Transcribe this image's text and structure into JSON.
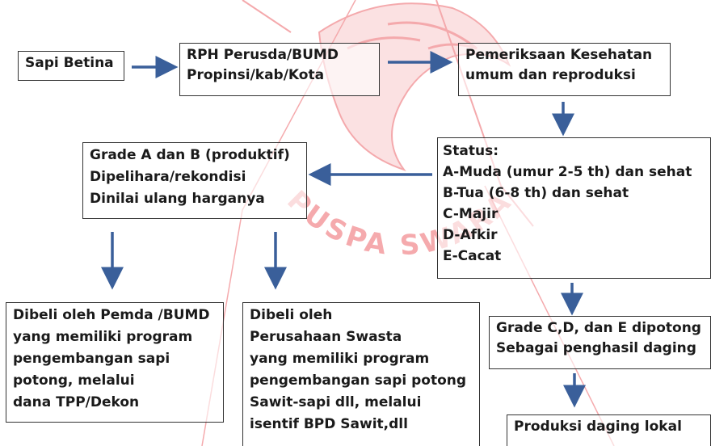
{
  "watermark": {
    "text": "PUSPA SWARA",
    "color": "#e8434a"
  },
  "arrow_color": "#3a5f9a",
  "nodes": {
    "sapi_betina": {
      "lines": [
        "Sapi Betina"
      ]
    },
    "rph": {
      "lines": [
        "RPH Perusda/BUMD",
        "Propinsi/kab/Kota"
      ]
    },
    "pemeriksaan": {
      "lines": [
        "Pemeriksaan Kesehatan",
        "umum dan reproduksi"
      ]
    },
    "status": {
      "lines": [
        "Status:",
        "A-Muda (umur 2-5 th) dan sehat",
        "B-Tua (6-8 th) dan sehat",
        "C-Majir",
        "D-Afkir",
        "E-Cacat"
      ]
    },
    "grade_ab": {
      "lines": [
        "Grade A dan B (produktif)",
        "Dipelihara/rekondisi",
        "Dinilai ulang harganya"
      ]
    },
    "pemda": {
      "lines": [
        "Dibeli oleh Pemda /BUMD",
        "yang memiliki program",
        "pengembangan sapi",
        "potong, melalui",
        "dana TPP/Dekon"
      ]
    },
    "swasta": {
      "lines": [
        "Dibeli oleh",
        "Perusahaan Swasta",
        "yang memiliki program",
        "pengembangan sapi potong",
        "Sawit-sapi dll, melalui",
        "isentif BPD Sawit,dll"
      ]
    },
    "grade_cde": {
      "lines": [
        "Grade C,D, dan E dipotong",
        "Sebagai penghasil daging"
      ]
    },
    "produksi": {
      "lines": [
        "Produksi daging lokal"
      ]
    }
  }
}
